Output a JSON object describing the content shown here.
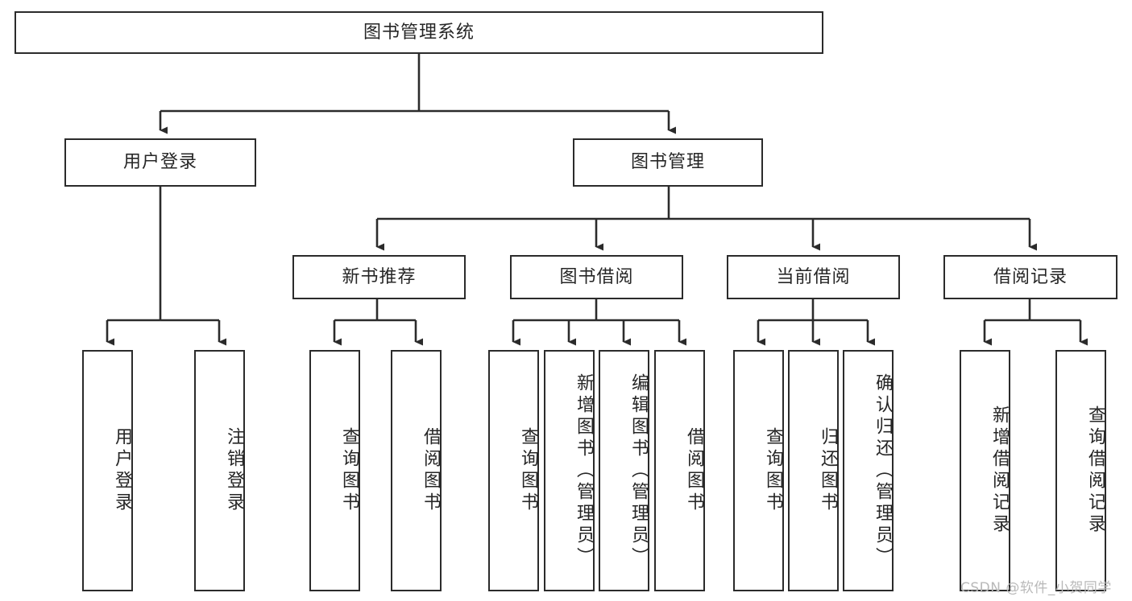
{
  "diagram": {
    "title": "图书管理系统",
    "type": "tree-hierarchy",
    "watermark": "CSDN @软件_小贺同学",
    "colors": {
      "stroke": "#2b2b2b",
      "fill": "#ffffff",
      "text": "#262626",
      "watermark": "#b9b9b9"
    },
    "levels": {
      "root": {
        "label": "图书管理系统"
      },
      "level2": [
        {
          "label": "用户登录"
        },
        {
          "label": "图书管理"
        }
      ],
      "level3": [
        {
          "label": "新书推荐"
        },
        {
          "label": "图书借阅"
        },
        {
          "label": "当前借阅"
        },
        {
          "label": "借阅记录"
        }
      ],
      "leaves": [
        {
          "label": "用户登录",
          "parent": "用户登录"
        },
        {
          "label": "注销登录",
          "parent": "用户登录"
        },
        {
          "label": "查询图书",
          "parent": "新书推荐"
        },
        {
          "label": "借阅图书",
          "parent": "新书推荐"
        },
        {
          "label": "查询图书",
          "parent": "图书借阅"
        },
        {
          "label": "新增图书（管理员）",
          "parent": "图书借阅"
        },
        {
          "label": "编辑图书（管理员）",
          "parent": "图书借阅"
        },
        {
          "label": "借阅图书",
          "parent": "图书借阅"
        },
        {
          "label": "查询图书",
          "parent": "当前借阅"
        },
        {
          "label": "归还图书",
          "parent": "当前借阅"
        },
        {
          "label": "确认归还（管理员）",
          "parent": "当前借阅"
        },
        {
          "label": "新增借阅记录",
          "parent": "借阅记录"
        },
        {
          "label": "查询借阅记录",
          "parent": "借阅记录"
        }
      ]
    }
  }
}
